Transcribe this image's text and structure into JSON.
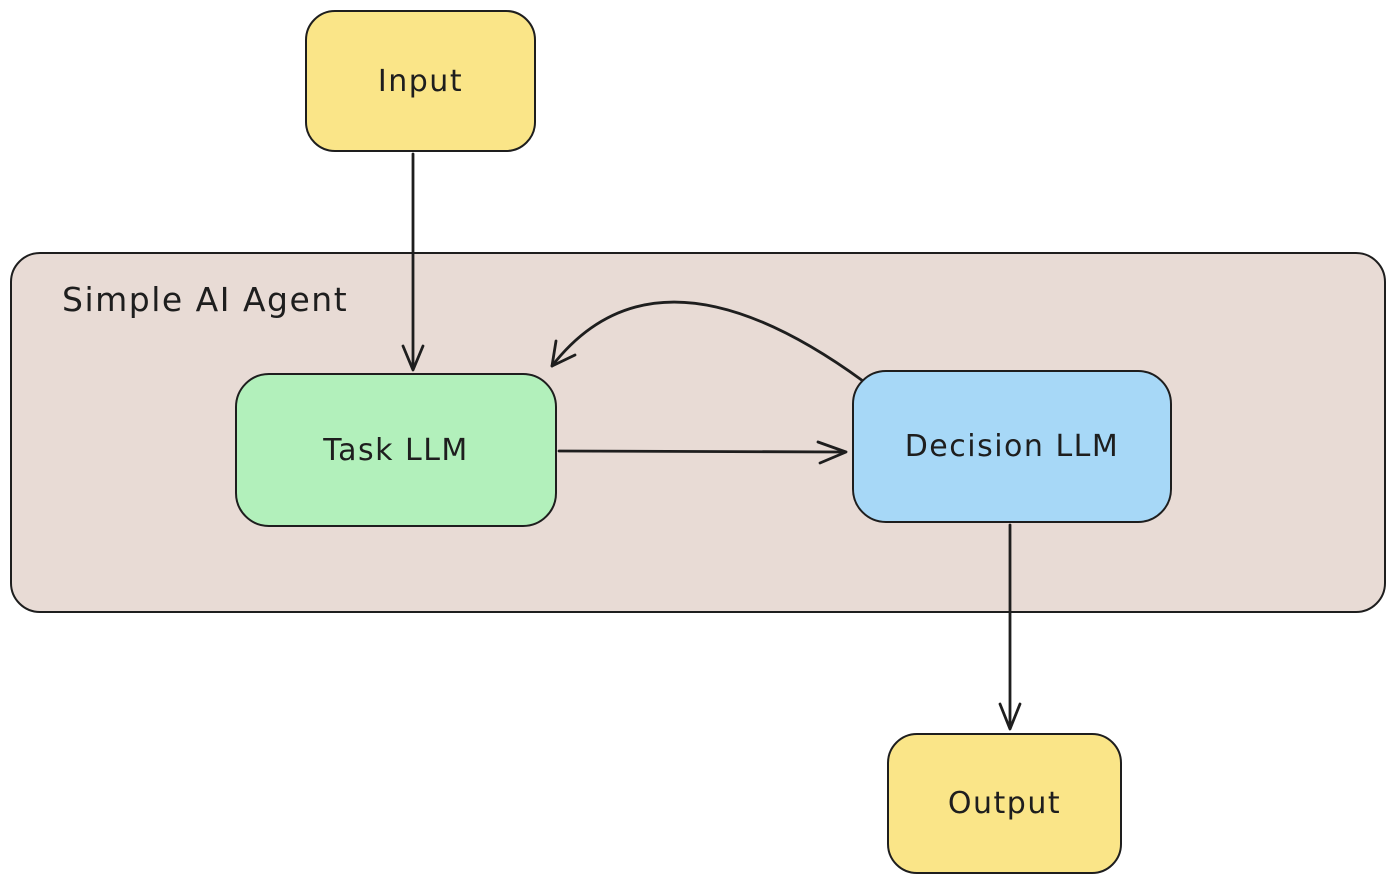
{
  "diagram": {
    "type": "flowchart",
    "container": {
      "label": "Simple AI Agent",
      "fill": "#E8DBD5",
      "stroke": "#1e1e1e"
    },
    "nodes": {
      "input": {
        "label": "Input",
        "fill": "#FAE588",
        "shape": "rounded-rectangle"
      },
      "task": {
        "label": "Task LLM",
        "fill": "#B2F0BB",
        "shape": "rounded-rectangle"
      },
      "decision": {
        "label": "Decision LLM",
        "fill": "#A7D8F7",
        "shape": "rounded-rectangle"
      },
      "output": {
        "label": "Output",
        "fill": "#FAE588",
        "shape": "rounded-rectangle"
      }
    },
    "edges": [
      {
        "from": "Input",
        "to": "Task LLM",
        "style": "straight-arrow",
        "direction": "down"
      },
      {
        "from": "Task LLM",
        "to": "Decision LLM",
        "style": "straight-arrow",
        "direction": "right"
      },
      {
        "from": "Decision LLM",
        "to": "Task LLM",
        "style": "curved-arrow",
        "direction": "loop-back-left"
      },
      {
        "from": "Decision LLM",
        "to": "Output",
        "style": "straight-arrow",
        "direction": "down"
      }
    ],
    "colors": {
      "background": "#ffffff",
      "stroke": "#1e1e1e",
      "yellow_node": "#FAE588",
      "green_node": "#B2F0BB",
      "blue_node": "#A7D8F7",
      "container_fill": "#E8DBD5"
    }
  }
}
